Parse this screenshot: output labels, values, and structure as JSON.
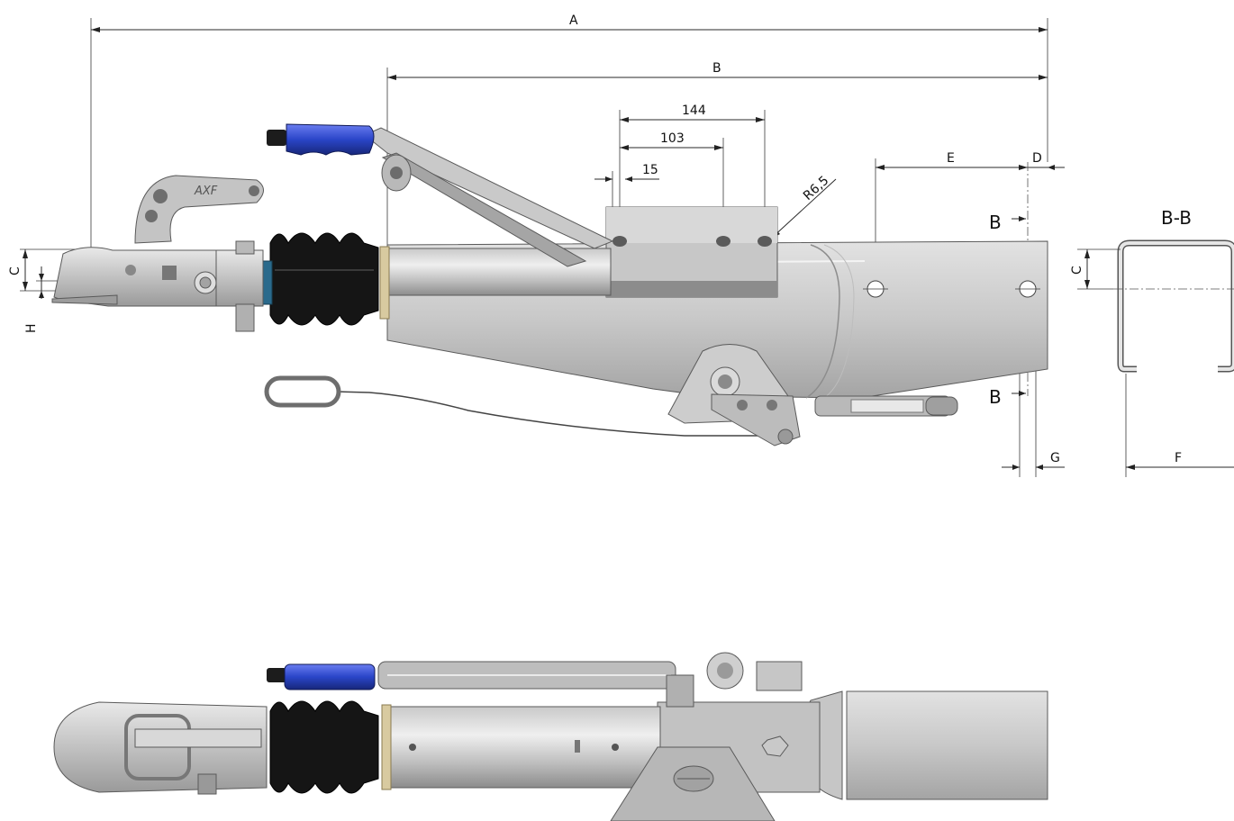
{
  "dimensions": {
    "A": "A",
    "B": "B",
    "dim_144": "144",
    "dim_103": "103",
    "dim_15": "15",
    "radius": "R6,5",
    "C": "C",
    "H": "H",
    "D": "D",
    "E": "E",
    "G": "G",
    "F": "F",
    "C_section": "C"
  },
  "section": {
    "marker_top": "B",
    "marker_bottom": "B",
    "title": "B-B"
  },
  "brand_mark": "AXF",
  "colors": {
    "handle_grip": "#2a45c8",
    "bellows": "#151515",
    "metal_light": "#dcdcdc",
    "metal_mid": "#b8b8b8",
    "metal_dark": "#8e8e8e",
    "bushing": "#d8caa0",
    "seal_ring": "#2a6a8c"
  }
}
